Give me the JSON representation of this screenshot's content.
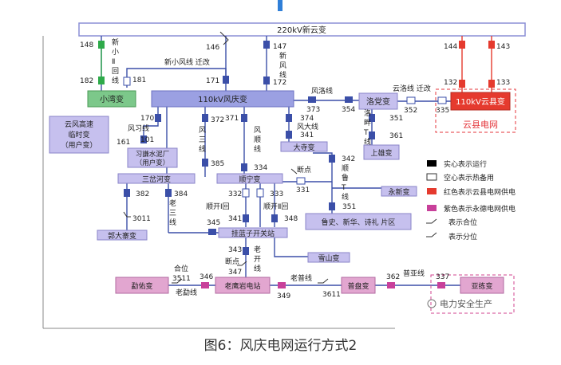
{
  "caption": "图6：风庆电网运行方式2",
  "watermark": "电力安全生产",
  "colors": {
    "bus": "#9b9ee0",
    "box": "#c9c2ee",
    "green": "#2eaa4a",
    "red": "#e53a2e",
    "magenta": "#c8409a",
    "blue": "#3548a8",
    "dash_red": "#e4363b",
    "dash_mag": "#d2438f"
  },
  "buses": {
    "main220": "220kV新云变",
    "fengqing": "110kV风庆变",
    "yunxian": "110kV云县变",
    "yunxian_grid": "云县电网",
    "xiaowan": "小湾变",
    "yunfeng": "云风高速临时变（用户变）",
    "xixiang": "习謙水泥厂（用户变）",
    "sanchahe": "三岔河变",
    "shunning": "顺宁变",
    "dasi": "大寺变",
    "luodang": "洛党变",
    "shangxiong": "上雄变",
    "guaguozi": "挂蓝子开关站",
    "guoda": "郭大寨变",
    "xueshan": "雪山变",
    "yongxin": "永新变",
    "luhe": "鲁史、新华、诗礼 片区",
    "xunyou": "勐佑变",
    "laoyingyan": "老鹰岩电站",
    "puyinpan": "普盘变",
    "yalian": "亚练变"
  },
  "lines": {
    "xinxiao2": "新小Ⅱ回线",
    "xinxiao_gaizao": "新小风线  迁改",
    "xinfeng": "新风线",
    "yunluo": "云洛线  迁改",
    "fengluo": "风洛线",
    "luopan": "洛畔T线",
    "fengxi": "风习线",
    "fengsan": "风三线",
    "fengshun": "风顺线",
    "fengda": "风大线",
    "shunlu": "顺鲁T线",
    "duandian1": "断点",
    "laosan": "老三线",
    "shunkai1": "顺开Ⅰ回",
    "shunkai2": "顺开Ⅱ回",
    "duandian2": "断点",
    "laokai": "老开线",
    "hewei": "合位",
    "laoxun": "老勐线",
    "laopu": "老普线",
    "puya": "普亚线"
  },
  "switches": {
    "s148": "148",
    "s182": "182",
    "s181": "181",
    "s146": "146",
    "s171": "171",
    "s147": "147",
    "s172": "172",
    "s144": "144",
    "s143": "143",
    "s132": "132",
    "s133": "133",
    "s335": "335",
    "s352": "352",
    "s373": "373",
    "s354": "354",
    "s351": "351",
    "s361": "361",
    "s170": "170",
    "s101": "101",
    "s161": "161",
    "s372": "372",
    "s385": "385",
    "s371": "371",
    "s334": "334",
    "s374": "374",
    "s341a": "341",
    "s342": "342",
    "s331": "331",
    "s382": "382",
    "s384": "384",
    "s3011": "3011",
    "s332": "332",
    "s333": "333",
    "s341b": "341",
    "s348": "348",
    "s345": "345",
    "s343": "343",
    "s347": "347",
    "s3511": "3511",
    "s346": "346",
    "s349": "349",
    "s3611": "3611",
    "s362": "362",
    "s337": "337"
  },
  "legend": [
    {
      "text": "实心表示运行",
      "kind": "solid-black"
    },
    {
      "text": "空心表示热备用",
      "kind": "hollow"
    },
    {
      "text": "红色表示云县电网供电",
      "kind": "solid-red"
    },
    {
      "text": "紫色表示永德电网供电",
      "kind": "solid-magenta"
    },
    {
      "text": "表示合位",
      "kind": "switch-closed"
    },
    {
      "text": "表示分位",
      "kind": "switch-open"
    }
  ]
}
